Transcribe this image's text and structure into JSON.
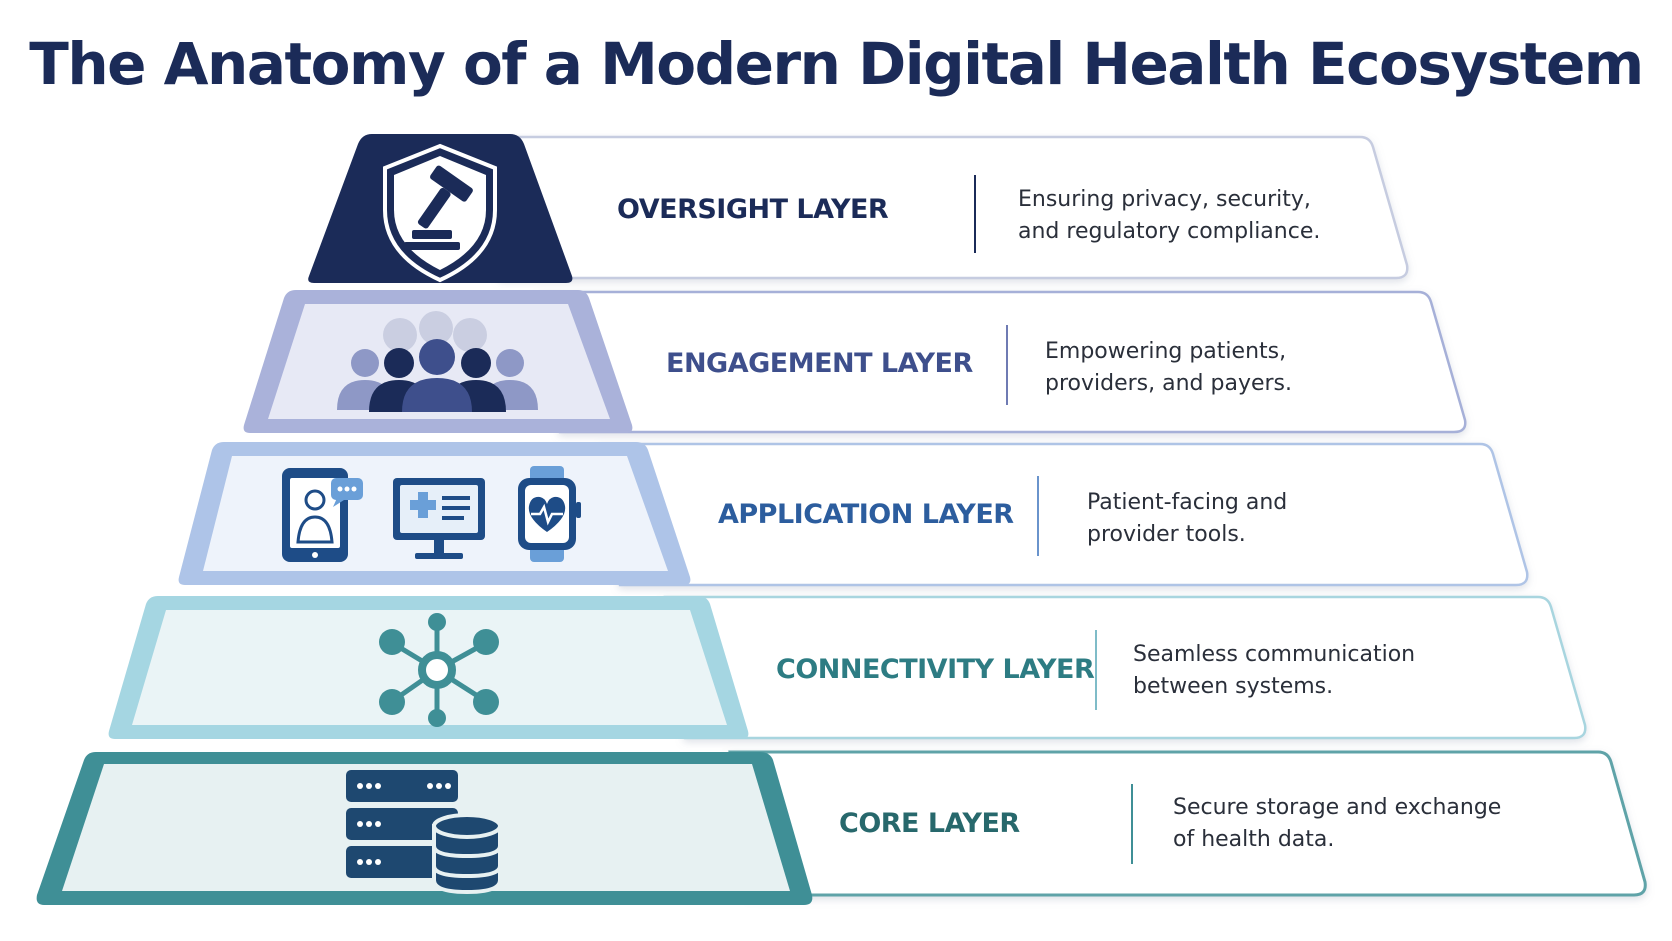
{
  "title": "The Anatomy of a Modern Digital Health Ecosystem",
  "layers": [
    {
      "name": "OVERSIGHT LAYER",
      "desc_line1": "Ensuring privacy, security,",
      "desc_line2": "and regulatory compliance.",
      "icon": "shield-gavel-icon",
      "color": "#1b2b58"
    },
    {
      "name": "ENGAGEMENT LAYER",
      "desc_line1": "Empowering patients,",
      "desc_line2": "providers, and payers.",
      "icon": "people-group-icon",
      "color": "#3e4f8c"
    },
    {
      "name": "APPLICATION LAYER",
      "desc_line1": "Patient-facing and",
      "desc_line2": "provider tools.",
      "icon": "devices-icon",
      "color": "#2c5d9e"
    },
    {
      "name": "CONNECTIVITY LAYER",
      "desc_line1": "Seamless communication",
      "desc_line2": "between systems.",
      "icon": "network-hub-icon",
      "color": "#2d7c83"
    },
    {
      "name": "CORE LAYER",
      "desc_line1": "Secure storage and exchange",
      "desc_line2": "of health data.",
      "icon": "server-database-icon",
      "color": "#27686c"
    }
  ]
}
